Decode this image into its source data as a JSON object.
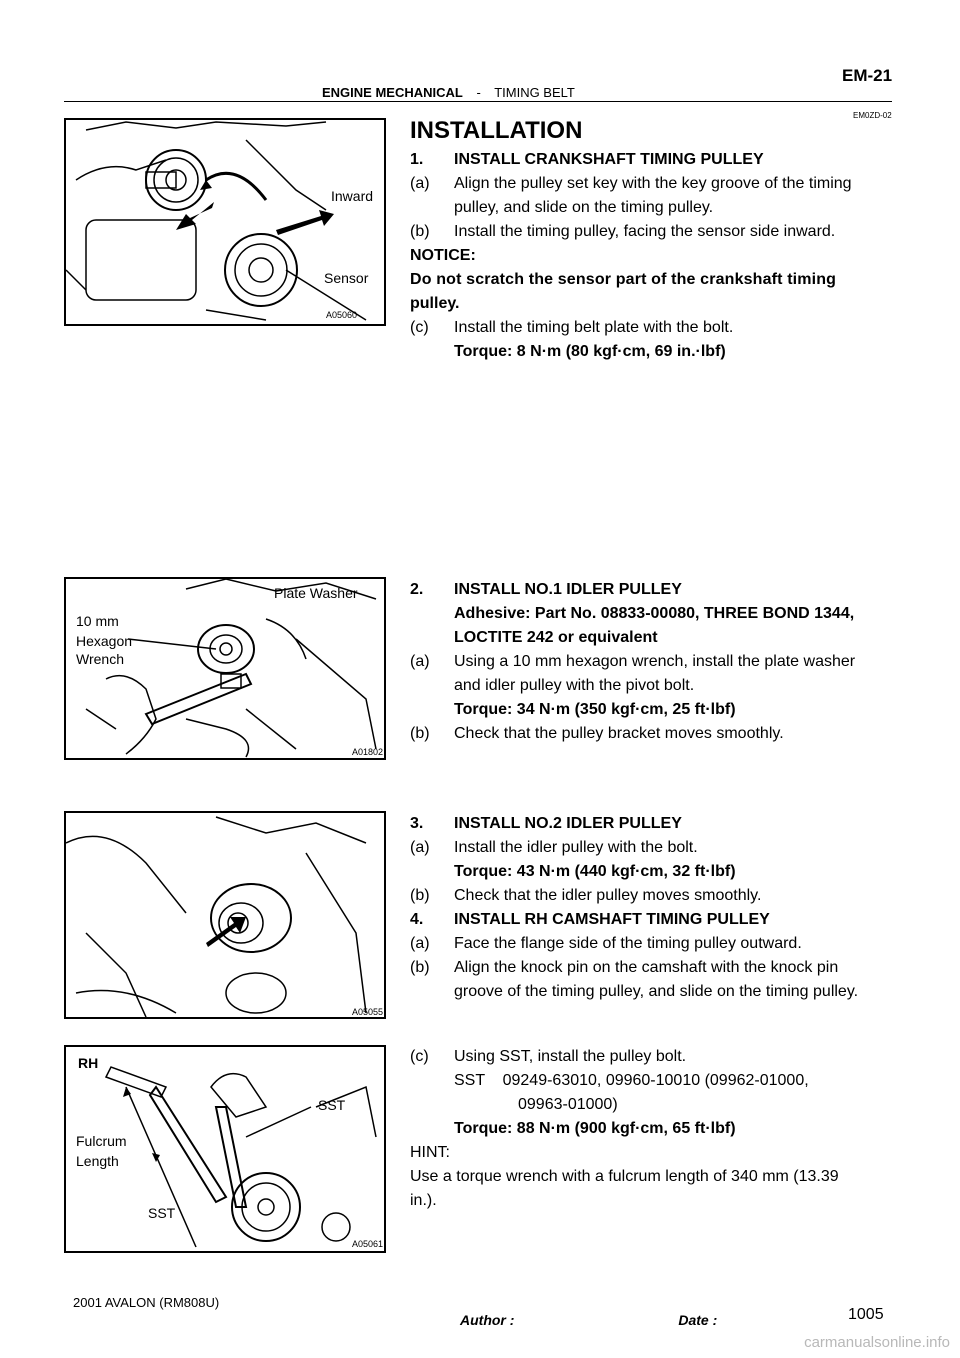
{
  "header": {
    "section": "ENGINE MECHANICAL",
    "dash": "-",
    "subsection": "TIMING BELT",
    "page_code": "EM-21",
    "doc_code": "EM0ZD-02"
  },
  "figures": {
    "fig1": {
      "label_inward": "Inward",
      "label_sensor": "Sensor",
      "code": "A05060"
    },
    "fig2": {
      "label_plate_washer": "Plate Washer",
      "label_wrench_1": "10 mm",
      "label_wrench_2": "Hexagon",
      "label_wrench_3": "Wrench",
      "code": "A01802"
    },
    "fig3": {
      "code": "A05055"
    },
    "fig4": {
      "label_rh": "RH",
      "label_sst_top": "SST",
      "label_fulcrum_1": "Fulcrum",
      "label_fulcrum_2": "Length",
      "label_sst_bottom": "SST",
      "code": "A05061"
    }
  },
  "sec1": {
    "heading": "INSTALLATION",
    "s1_num": "1.",
    "s1_title": "INSTALL CRANKSHAFT TIMING PULLEY",
    "a_mark": "(a)",
    "a_text_1": "Align the pulley set key with the key groove of the timing",
    "a_text_2": "pulley, and slide on the timing pulley.",
    "b_mark": "(b)",
    "b_text": "Install the timing pulley, facing the sensor side inward.",
    "notice": "NOTICE:",
    "notice_text_1": "Do not scratch the sensor part of the crankshaft timing",
    "notice_text_2": "pulley.",
    "c_mark": "(c)",
    "c_text": "Install the timing belt plate with the bolt.",
    "torque": "Torque: 8 N·m (80 kgf·cm, 69 in.·lbf)"
  },
  "sec2": {
    "num": "2.",
    "title": "INSTALL NO.1 IDLER PULLEY",
    "adhesive_1": "Adhesive: Part No. 08833-00080, THREE BOND 1344,",
    "adhesive_2": "LOCTITE 242 or equivalent",
    "a_mark": "(a)",
    "a_text_1": "Using a 10 mm hexagon wrench, install the plate washer",
    "a_text_2": "and idler pulley with the pivot bolt.",
    "torque": "Torque: 34 N·m (350 kgf·cm, 25 ft·lbf)",
    "b_mark": "(b)",
    "b_text": "Check that the pulley bracket moves smoothly."
  },
  "sec3": {
    "num": "3.",
    "title": "INSTALL NO.2 IDLER PULLEY",
    "a_mark": "(a)",
    "a_text": "Install the idler pulley with the bolt.",
    "torque": "Torque: 43 N·m (440 kgf·cm, 32 ft·lbf)",
    "b_mark": "(b)",
    "b_text": "Check that the idler pulley moves smoothly."
  },
  "sec4": {
    "num": "4.",
    "title": "INSTALL RH CAMSHAFT TIMING PULLEY",
    "a_mark": "(a)",
    "a_text": "Face the flange side of the timing pulley outward.",
    "b_mark": "(b)",
    "b_text_1": "Align the knock pin on the camshaft with the knock pin",
    "b_text_2": "groove of the timing pulley, and slide on the timing pulley.",
    "c_mark": "(c)",
    "c_text": "Using SST, install the pulley bolt.",
    "sst_1": "SST    09249-63010, 09960-10010 (09962-01000,",
    "sst_2": "09963-01000)",
    "torque": "Torque: 88 N·m (900 kgf·cm, 65 ft·lbf)",
    "hint": "HINT:",
    "hint_text_1": "Use a torque wrench with a fulcrum length of 340 mm (13.39",
    "hint_text_2": "in.)."
  },
  "footer": {
    "model": "2001 AVALON   (RM808U)",
    "author_label": "Author :",
    "date_label": "Date :",
    "page_number": "1005",
    "watermark": "carmanualsonline.info"
  }
}
